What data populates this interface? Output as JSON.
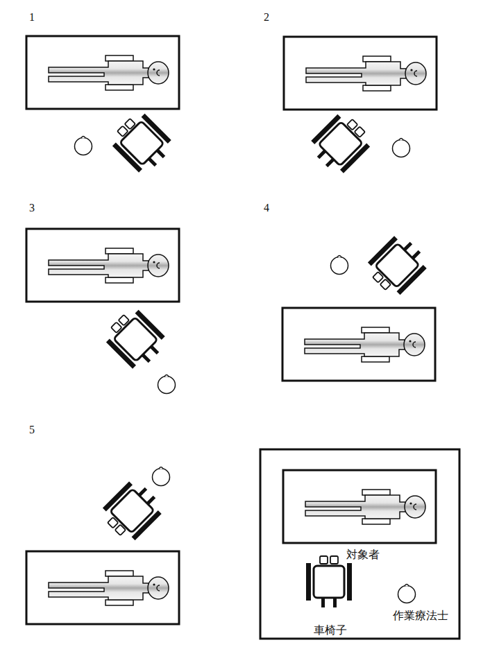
{
  "diagram": {
    "labels": [
      "1",
      "2",
      "3",
      "4",
      "5",
      "対象者",
      "車椅子",
      "作業療法士"
    ]
  }
}
